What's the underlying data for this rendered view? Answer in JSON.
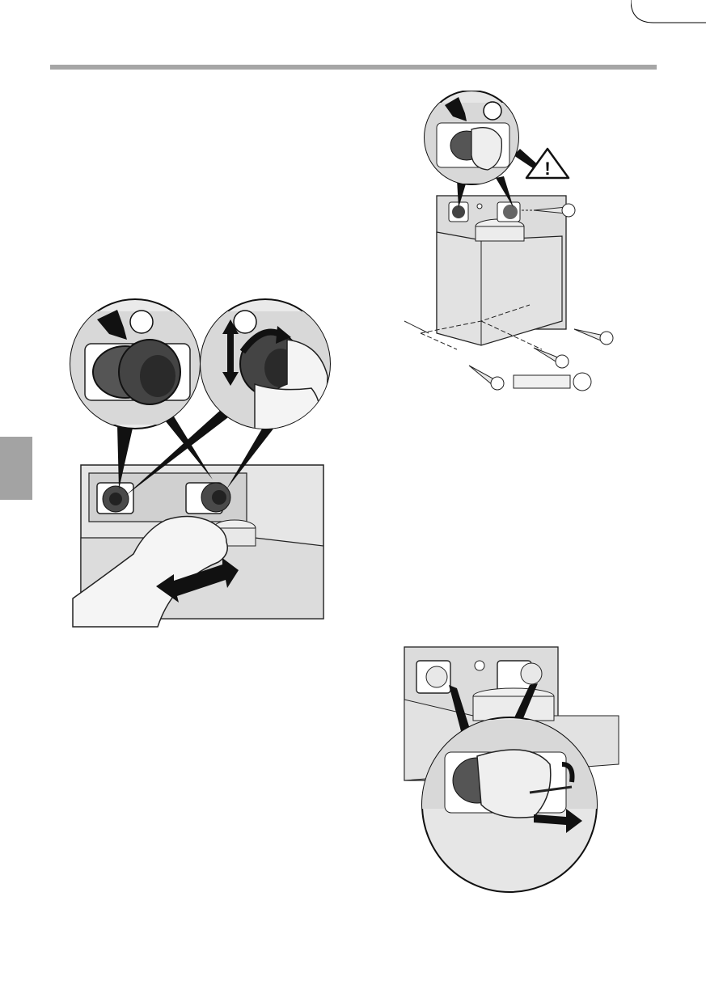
{
  "page": {
    "figures": [
      {
        "id": "fig-1",
        "icon": "hand-pushing-outlet-icon"
      },
      {
        "id": "fig-2",
        "icon": "wall-bracket-screws-icon"
      },
      {
        "id": "fig-3",
        "icon": "protective-cap-removal-icon"
      }
    ]
  },
  "colors": {
    "rule": "#a6a6a6",
    "tab": "#a3a3a3",
    "panel": "#d9d9d9",
    "dark": "#3a3a3a",
    "ink": "#111111"
  },
  "warning": {
    "symbol": "!"
  }
}
